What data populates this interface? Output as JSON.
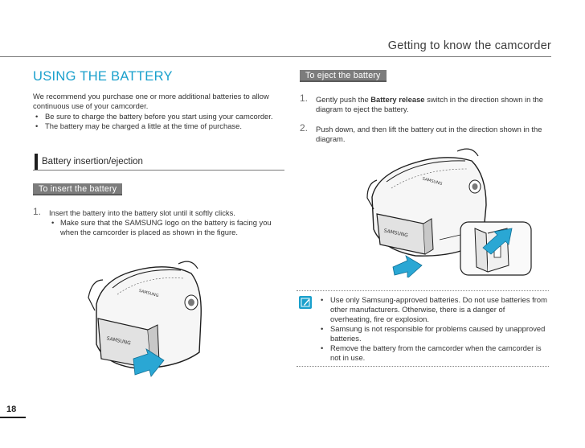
{
  "header": {
    "title": "Getting to know the camcorder"
  },
  "section": {
    "title": "USING THE BATTERY",
    "intro": "We recommend you purchase one or more additional batteries to allow continuous use of your camcorder.",
    "bullets": [
      "Be sure to charge the battery before you start using your camcorder.",
      "The battery may be charged a little at the time of purchase."
    ]
  },
  "subheading": "Battery insertion/ejection",
  "insert": {
    "tag": "To insert the battery",
    "step1_num": "1.",
    "step1_text": "Insert the battery into the battery slot until it softly clicks.",
    "step1_bullet": "Make sure that the SAMSUNG logo on the battery is facing you when the camcorder is placed as shown in the figure."
  },
  "eject": {
    "tag": "To eject the battery",
    "step1_num": "1.",
    "step1_pre": "Gently push the ",
    "step1_bold": "Battery release",
    "step1_post": " switch in the direction shown in the diagram to eject the battery.",
    "step2_num": "2.",
    "step2_text": "Push down, and then lift the battery out in the direction shown in the diagram."
  },
  "note": {
    "icon": "note-pencil-icon",
    "bullets": [
      "Use only Samsung-approved batteries. Do not use batteries from other manufacturers. Otherwise, there is a danger of overheating, fire or explosion.",
      "Samsung is not responsible for problems caused by unapproved batteries.",
      "Remove the battery from the camcorder when the camcorder is not in use."
    ]
  },
  "illustrations": {
    "brand_label": "SAMSUNG"
  },
  "colors": {
    "accent": "#1aa0cc",
    "tag_bg": "#7c7c7c",
    "arrow": "#2aa7d4"
  },
  "page_number": "18"
}
